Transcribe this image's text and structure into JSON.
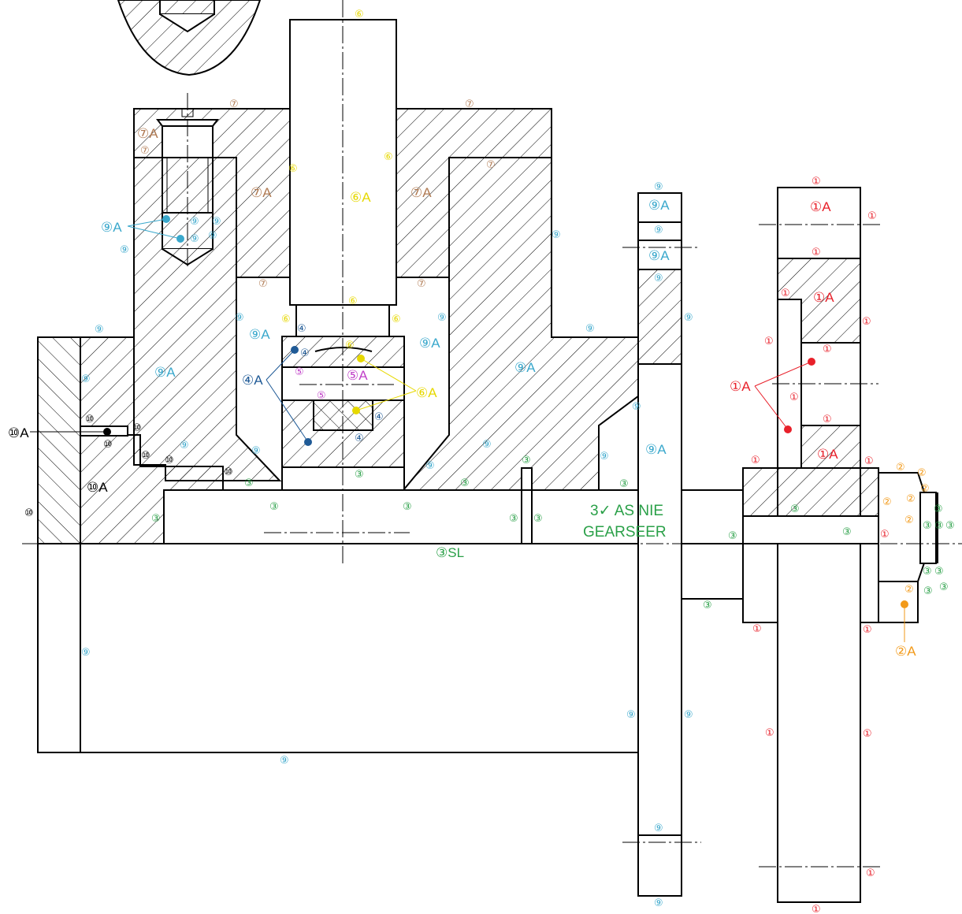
{
  "colors": {
    "part1": "#e8202a",
    "part2": "#f29a1a",
    "part3": "#2aa048",
    "part4": "#1f5a96",
    "part5": "#c040c8",
    "part6": "#e6d800",
    "part7": "#b07a52",
    "part9": "#3aa8cc",
    "part10": "#000000"
  },
  "annotation": {
    "line1": "3✓ AS NIE",
    "line2": "GEARSEER",
    "sl_label": "③SL"
  },
  "labels": {
    "c1": "①",
    "c2": "②",
    "c3": "③",
    "c4": "④",
    "c5": "⑤",
    "c6": "⑥",
    "c7": "⑦",
    "c9": "⑨",
    "c10": "⑩",
    "a1": "①A",
    "a2": "②A",
    "a4": "④A",
    "a5": "⑤A",
    "a6": "⑥A",
    "a7": "⑦A",
    "a9": "⑨A",
    "a10": "⑩A"
  }
}
